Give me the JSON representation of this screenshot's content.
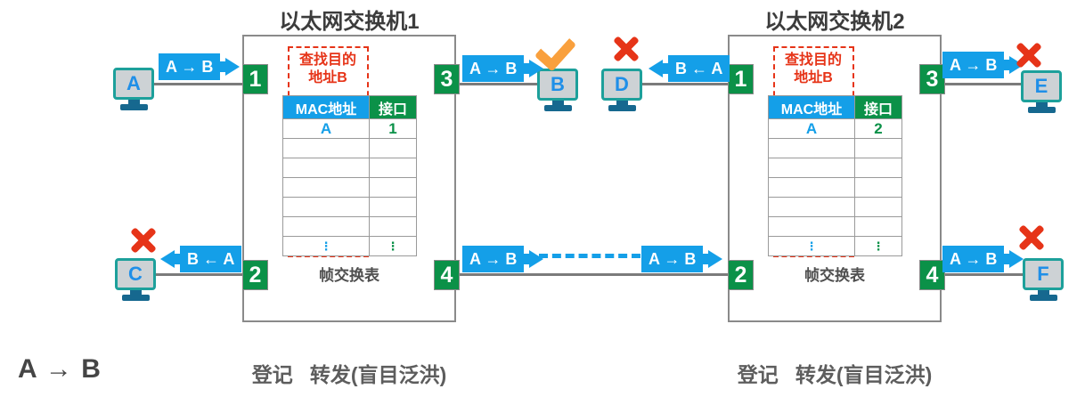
{
  "colors": {
    "frame_blue": "#149fe8",
    "port_green": "#0b9148",
    "monitor_teal": "#1da09b",
    "monitor_stand_blue": "#16688f",
    "error_red": "#e63418",
    "check_orange": "#f9a03d",
    "title_gray": "#3c3c3c",
    "footer_gray": "#5d5d5d",
    "link_gray": "#7b7b7b"
  },
  "hosts": {
    "a": "A",
    "b": "B",
    "c": "C",
    "d": "D",
    "e": "E",
    "f": "F"
  },
  "switch1": {
    "title": "以太网交换机1",
    "lookup_line1": "查找目的",
    "lookup_line2": "地址B",
    "caption": "帧交换表",
    "ports": {
      "p1": "1",
      "p2": "2",
      "p3": "3",
      "p4": "4"
    },
    "table": {
      "headers": {
        "mac": "MAC地址",
        "port": "接口"
      },
      "rows": [
        {
          "mac": "A",
          "port": "1"
        },
        {
          "mac": "",
          "port": ""
        },
        {
          "mac": "",
          "port": ""
        },
        {
          "mac": "",
          "port": ""
        },
        {
          "mac": "",
          "port": ""
        },
        {
          "mac": "",
          "port": ""
        },
        {
          "mac": "⋮",
          "port": "⋮"
        }
      ]
    }
  },
  "switch2": {
    "title": "以太网交换机2",
    "lookup_line1": "查找目的",
    "lookup_line2": "地址B",
    "caption": "帧交换表",
    "ports": {
      "p1": "1",
      "p2": "2",
      "p3": "3",
      "p4": "4"
    },
    "table": {
      "headers": {
        "mac": "MAC地址",
        "port": "接口"
      },
      "rows": [
        {
          "mac": "A",
          "port": "2"
        },
        {
          "mac": "",
          "port": ""
        },
        {
          "mac": "",
          "port": ""
        },
        {
          "mac": "",
          "port": ""
        },
        {
          "mac": "",
          "port": ""
        },
        {
          "mac": "",
          "port": ""
        },
        {
          "mac": "⋮",
          "port": "⋮"
        }
      ]
    }
  },
  "frames": {
    "to_sw1_p1": "A → B",
    "sw1_p3_to_b": "A → B",
    "sw2_p1_to_d": "B ← A",
    "sw2_p3_to_e": "A → B",
    "sw1_p2_to_c": "B ← A",
    "sw1_p4_out": "A → B",
    "into_sw2_p2": "A → B",
    "sw2_p4_to_f": "A → B"
  },
  "footer": {
    "flow": "A → B",
    "action1": "登记   转发(盲目泛洪)",
    "action2": "登记   转发(盲目泛洪)"
  }
}
